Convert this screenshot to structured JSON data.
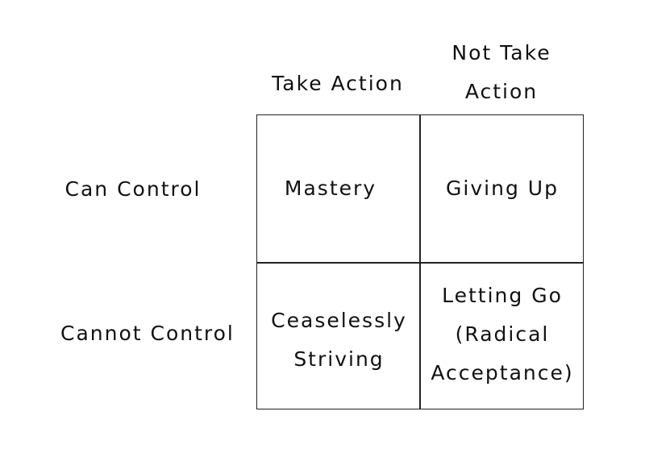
{
  "columns": [
    {
      "lines": [
        "Take Action"
      ]
    },
    {
      "lines": [
        "Not Take",
        "Action"
      ]
    }
  ],
  "rows": [
    {
      "lines": [
        "Can Control"
      ]
    },
    {
      "lines": [
        "Cannot Control"
      ]
    }
  ],
  "cells": [
    [
      {
        "lines": [
          "Mastery"
        ]
      },
      {
        "lines": [
          "Giving Up"
        ]
      }
    ],
    [
      {
        "lines": [
          "Ceaselessly",
          "Striving"
        ]
      },
      {
        "lines": [
          "Letting Go",
          "(Radical",
          "Acceptance)"
        ]
      }
    ]
  ]
}
